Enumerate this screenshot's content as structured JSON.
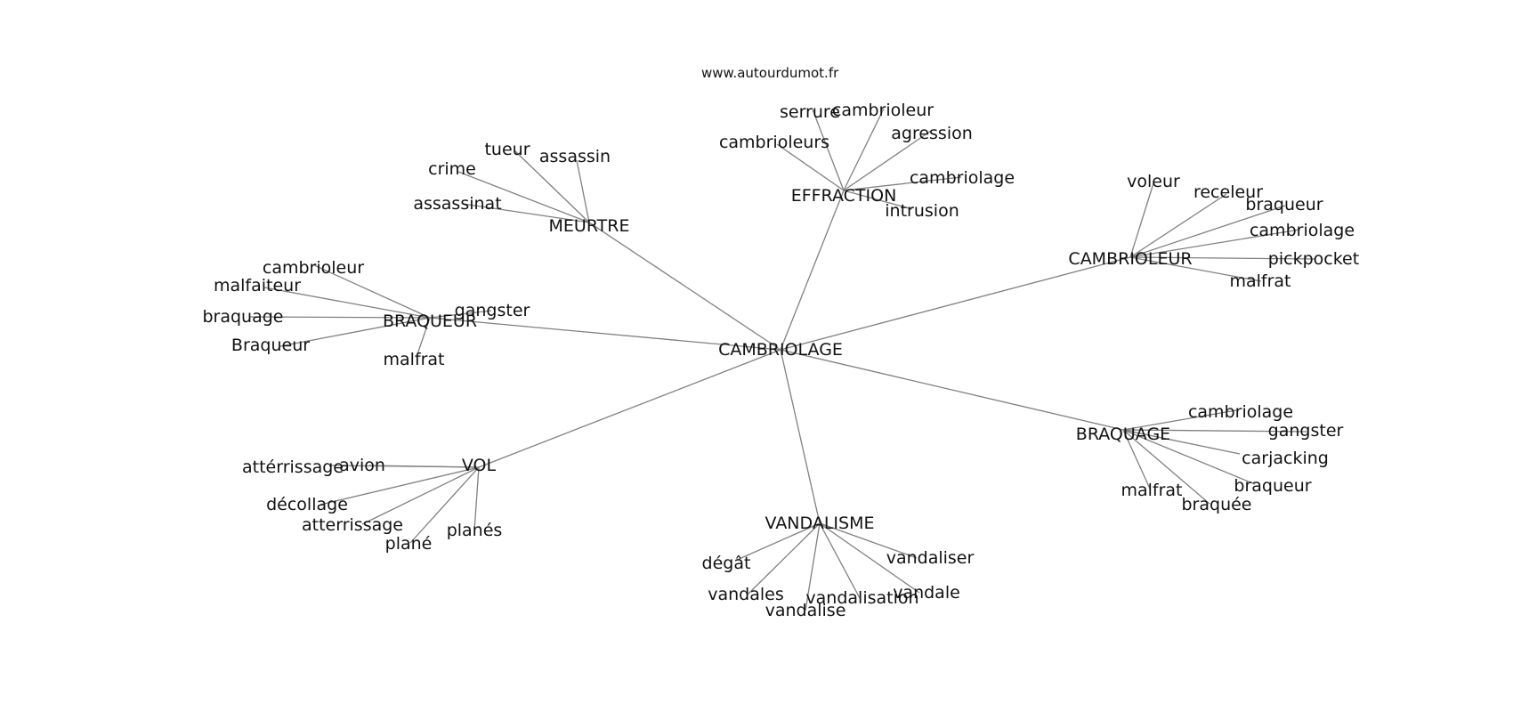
{
  "source": "www.autourdumot.fr",
  "graph": {
    "center": "CAMBRIOLAGE",
    "clusters": [
      {
        "id": "meurtre",
        "hub": "MEURTRE",
        "leaves": [
          "tueur",
          "assassin",
          "crime",
          "assassinat"
        ]
      },
      {
        "id": "effraction",
        "hub": "EFFRACTION",
        "leaves": [
          "serrure",
          "cambrioleur",
          "agression",
          "cambrioleurs",
          "cambriolage",
          "intrusion"
        ]
      },
      {
        "id": "cambrioleur",
        "hub": "CAMBRIOLEUR",
        "leaves": [
          "voleur",
          "receleur",
          "braqueur",
          "cambriolage",
          "pickpocket",
          "malfrat"
        ]
      },
      {
        "id": "braqueur",
        "hub": "BRAQUEUR",
        "leaves": [
          "cambrioleur",
          "malfaiteur",
          "braquage",
          "gangster",
          "Braqueur",
          "malfrat"
        ]
      },
      {
        "id": "braquage",
        "hub": "BRAQUAGE",
        "leaves": [
          "cambriolage",
          "gangster",
          "carjacking",
          "braqueur",
          "malfrat",
          "braquée"
        ]
      },
      {
        "id": "vol",
        "hub": "VOL",
        "leaves": [
          "attérrissage",
          "avion",
          "décollage",
          "atterrissage",
          "plané",
          "planés"
        ]
      },
      {
        "id": "vandalisme",
        "hub": "VANDALISME",
        "leaves": [
          "dégât",
          "vandaliser",
          "vandales",
          "vandalisation",
          "vandale",
          "vandalise"
        ]
      }
    ]
  }
}
